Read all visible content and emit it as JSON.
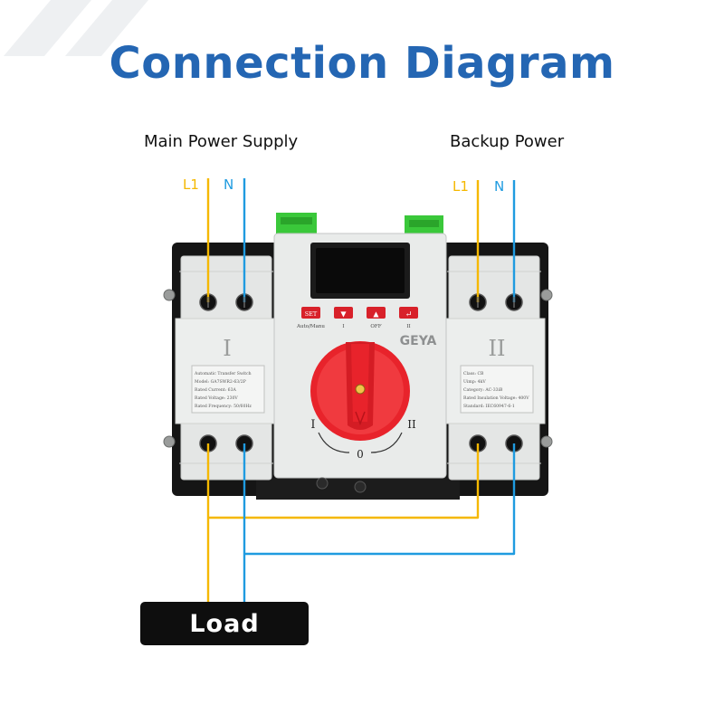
{
  "title": "Connection Diagram",
  "main_supply": {
    "label": "Main Power Supply",
    "line_label": "L1",
    "neutral_label": "N"
  },
  "backup_supply": {
    "label": "Backup Power",
    "line_label": "L1",
    "neutral_label": "N"
  },
  "load": {
    "label": "Load"
  },
  "device": {
    "brand": "GEYA",
    "buttons": [
      {
        "symbol": "SET",
        "caption": "Auto/Manu"
      },
      {
        "symbol": "▼",
        "caption": "I"
      },
      {
        "symbol": "▲",
        "caption": "OFF"
      },
      {
        "symbol": "↵",
        "caption": "II"
      }
    ],
    "left_module": {
      "roman": "I",
      "specs": [
        "Automatic Transfer Switch",
        "Model: GA7SWR2-63/2P",
        "Rated Current: 63A",
        "Rated Voltage: 230V",
        "Rated Frequency: 50/60Hz"
      ]
    },
    "right_module": {
      "roman": "II",
      "specs": [
        "Class: CB",
        "Uimp: 4kV",
        "Category: AC-33iB",
        "Rated Insulation Voltage: 400V",
        "Standard: IEC60947-6-1"
      ]
    },
    "knob_positions": {
      "left": "I",
      "center": "0",
      "right": "II"
    }
  },
  "colors": {
    "title": "#2466b3",
    "line_wire": "#f5b800",
    "neutral_wire": "#1f9be0",
    "knob": "#e8232b",
    "terminal_green": "#3ac83a"
  }
}
